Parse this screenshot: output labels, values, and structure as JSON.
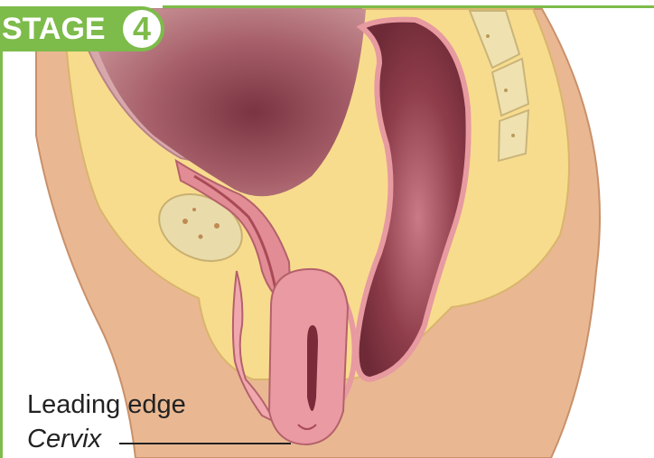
{
  "badge": {
    "label": "STAGE",
    "number": "4"
  },
  "labels": {
    "leading_edge": "Leading edge",
    "cervix": "Cervix"
  },
  "colors": {
    "accent_green": "#7dbb4a",
    "skin": "#e8b48f",
    "fat": "#f7d98a",
    "tissue_pink": "#e79aa0",
    "cavity_dark": "#7a3a46"
  }
}
